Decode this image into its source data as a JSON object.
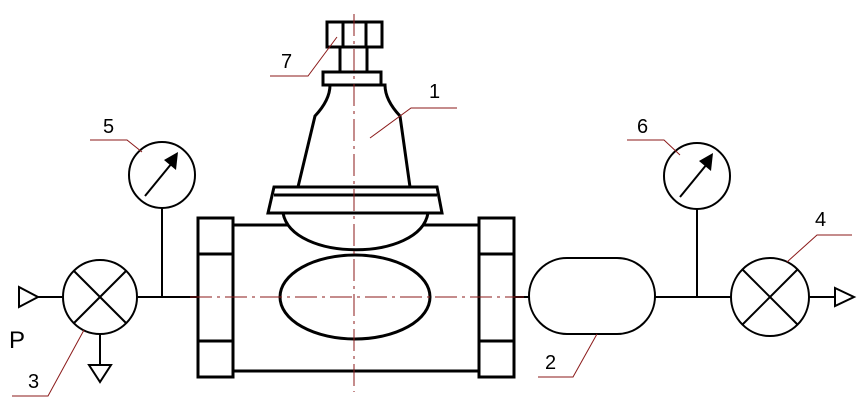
{
  "diagram": {
    "labels": {
      "item1": "1",
      "item2": "2",
      "item3": "3",
      "item4": "4",
      "item5": "5",
      "item6": "6",
      "item7": "7",
      "pressure": "P"
    },
    "colors": {
      "line": "#000000",
      "leader": "#8b1a1a",
      "background": "#ffffff"
    }
  }
}
